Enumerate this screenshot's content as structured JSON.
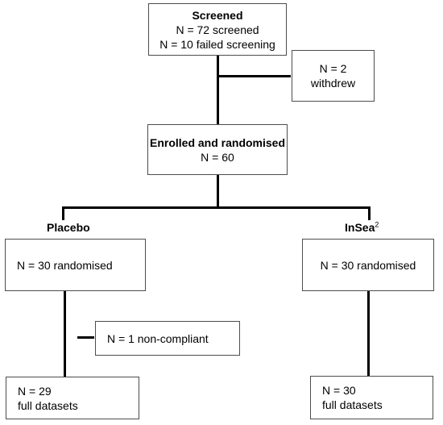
{
  "screened": {
    "title": "Screened",
    "line1": "N = 72 screened",
    "line2": "N = 10 failed screening"
  },
  "withdrew": {
    "line1": "N = 2",
    "line2": "withdrew"
  },
  "enrolled": {
    "title": "Enrolled and randomised",
    "line1": "N = 60"
  },
  "placebo": {
    "label": "Placebo",
    "randomised": "N = 30 randomised",
    "noncompliant": "N = 1 non-compliant",
    "final_line1": "N = 29",
    "final_line2": "full datasets"
  },
  "insea": {
    "label": "InSea",
    "label_sup": "2",
    "randomised": "N = 30 randomised",
    "final_line1": "N = 30",
    "final_line2": "full datasets"
  }
}
